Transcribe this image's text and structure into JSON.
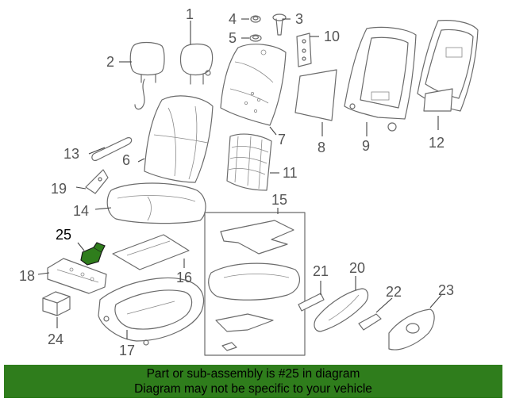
{
  "diagram": {
    "callouts": [
      {
        "id": "c1",
        "label": "1"
      },
      {
        "id": "c2",
        "label": "2"
      },
      {
        "id": "c3",
        "label": "3"
      },
      {
        "id": "c4",
        "label": "4"
      },
      {
        "id": "c5",
        "label": "5"
      },
      {
        "id": "c6",
        "label": "6"
      },
      {
        "id": "c7",
        "label": "7"
      },
      {
        "id": "c8",
        "label": "8"
      },
      {
        "id": "c9",
        "label": "9"
      },
      {
        "id": "c10",
        "label": "10"
      },
      {
        "id": "c11",
        "label": "11"
      },
      {
        "id": "c12",
        "label": "12"
      },
      {
        "id": "c13",
        "label": "13"
      },
      {
        "id": "c14",
        "label": "14"
      },
      {
        "id": "c15",
        "label": "15"
      },
      {
        "id": "c16",
        "label": "16"
      },
      {
        "id": "c17",
        "label": "17"
      },
      {
        "id": "c18",
        "label": "18"
      },
      {
        "id": "c19",
        "label": "19"
      },
      {
        "id": "c20",
        "label": "20"
      },
      {
        "id": "c21",
        "label": "21"
      },
      {
        "id": "c22",
        "label": "22"
      },
      {
        "id": "c23",
        "label": "23"
      },
      {
        "id": "c24",
        "label": "24"
      },
      {
        "id": "c25",
        "label": "25"
      }
    ],
    "highlighted_part": "25",
    "highlight_color": "#2f7d1c",
    "line_color": "#6b6b6b"
  },
  "banner": {
    "line1": "Part or sub-assembly is #25 in diagram",
    "line2": "Diagram may not be specific to your vehicle",
    "background": "#2f7d1c"
  }
}
